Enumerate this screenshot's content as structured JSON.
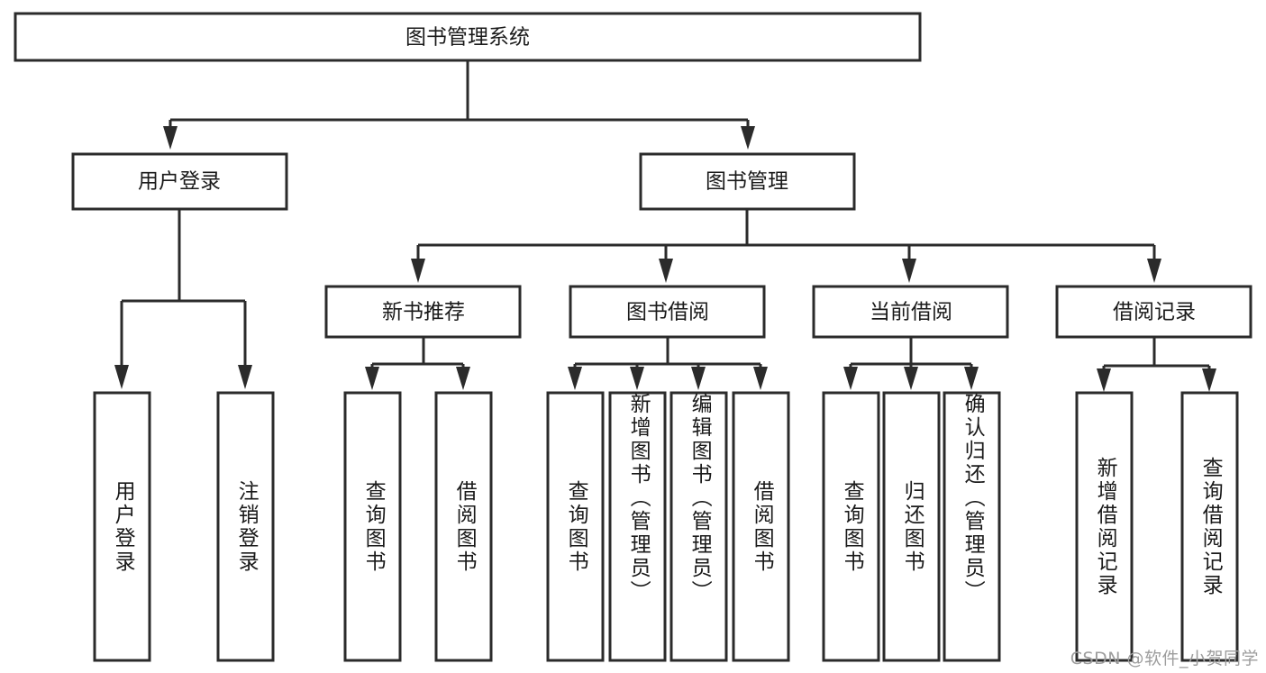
{
  "diagram": {
    "title": "图书管理系统",
    "watermark": "CSDN @软件_小贺同学",
    "colors": {
      "stroke": "#2b2b2b",
      "fill": "#ffffff",
      "text": "#1a1a1a",
      "watermark": "#9d9d9d"
    },
    "levels": {
      "root": {
        "label": "图书管理系统"
      },
      "level2": [
        {
          "label": "用户登录"
        },
        {
          "label": "图书管理"
        }
      ],
      "level3": [
        {
          "label": "新书推荐"
        },
        {
          "label": "图书借阅"
        },
        {
          "label": "当前借阅"
        },
        {
          "label": "借阅记录"
        }
      ]
    },
    "leaves": {
      "user_login": [
        {
          "label": "用户登录"
        },
        {
          "label": "注销登录"
        }
      ],
      "new_book_recommend": [
        {
          "label": "查询图书"
        },
        {
          "label": "借阅图书"
        }
      ],
      "book_borrow": [
        {
          "label": "查询图书"
        },
        {
          "label": "新增图书（管理员）"
        },
        {
          "label": "编辑图书（管理员）"
        },
        {
          "label": "借阅图书"
        }
      ],
      "current_borrow": [
        {
          "label": "查询图书"
        },
        {
          "label": "归还图书"
        },
        {
          "label": "确认归还（管理员）"
        }
      ],
      "borrow_records": [
        {
          "label": "新增借阅记录"
        },
        {
          "label": "查询借阅记录"
        }
      ]
    }
  }
}
